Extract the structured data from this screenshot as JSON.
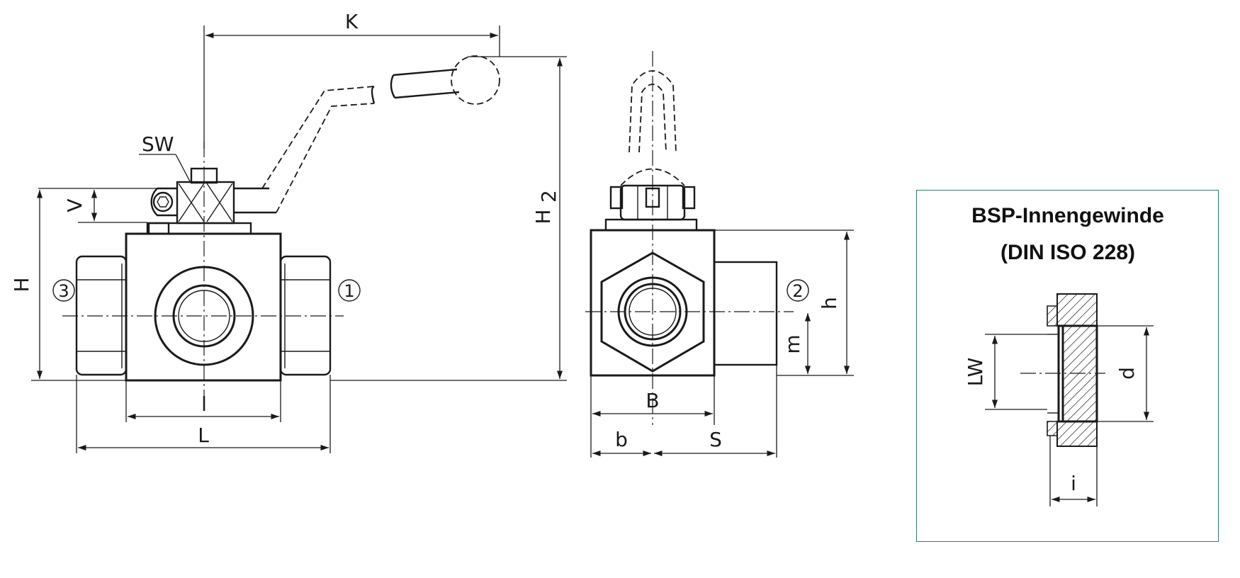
{
  "front_view": {
    "labels": {
      "K": "K",
      "SW": "SW",
      "V": "V",
      "H": "H",
      "H2": "H",
      "H2_sub": "2",
      "l": "l",
      "L": "L"
    },
    "ports": {
      "left": "3",
      "right": "1"
    }
  },
  "side_view": {
    "labels": {
      "h": "h",
      "m": "m",
      "B": "B",
      "b": "b",
      "S": "S"
    },
    "ports": {
      "side": "2"
    }
  },
  "inset": {
    "title_line1": "BSP-Innengewinde",
    "title_line2": "(DIN ISO 228)",
    "labels": {
      "LW": "LW",
      "d": "d",
      "i": "i"
    },
    "border_color": "#2f7a6c"
  }
}
